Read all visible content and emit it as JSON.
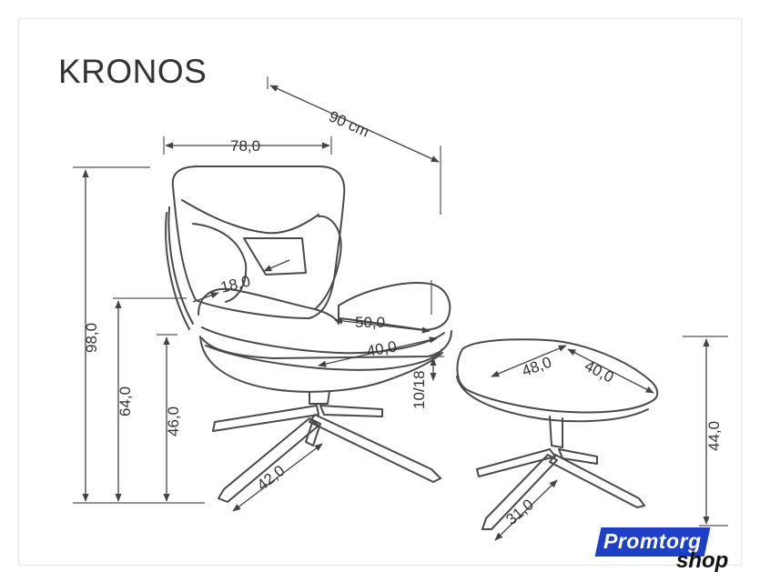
{
  "title": "KRONOS",
  "dimensions": {
    "depth": "90 cm",
    "width": "78,0",
    "height_total": "98,0",
    "height_armrest": "64,0",
    "seat_height": "46,0",
    "backrest_side": "18,0",
    "seat_depth": "50,0",
    "seat_width": "40,0",
    "seat_thickness": "10/18",
    "chair_base_leg": "42,0",
    "footrest_length": "48,0",
    "footrest_width": "40,0",
    "footrest_height": "44,0",
    "footrest_base_leg": "31,0"
  },
  "logo": {
    "line1": "Promtorg",
    "line2": "shop",
    "color": "#1e40c8"
  }
}
